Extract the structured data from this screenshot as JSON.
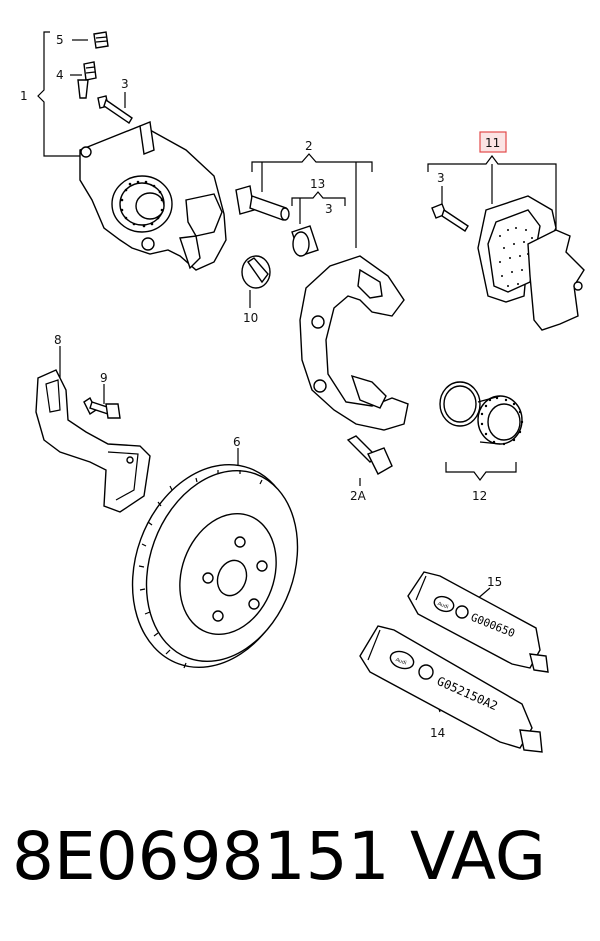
{
  "diagram": {
    "callouts": {
      "c1": "1",
      "c2": "2",
      "c2a": "2A",
      "c3a": "3",
      "c3b": "3",
      "c3c": "3",
      "c4": "4",
      "c5": "5",
      "c6": "6",
      "c8": "8",
      "c9": "9",
      "c10": "10",
      "c11": "11",
      "c12": "12",
      "c13": "13",
      "c14": "14",
      "c15": "15"
    },
    "highlight_color": "#e24a4a",
    "tube_15": {
      "brand": "Audi",
      "code": "G000650"
    },
    "tube_14": {
      "brand": "Audi",
      "code": "G052150A2"
    }
  },
  "footer": {
    "part_number": "8E0698151",
    "brand": "VAG"
  }
}
